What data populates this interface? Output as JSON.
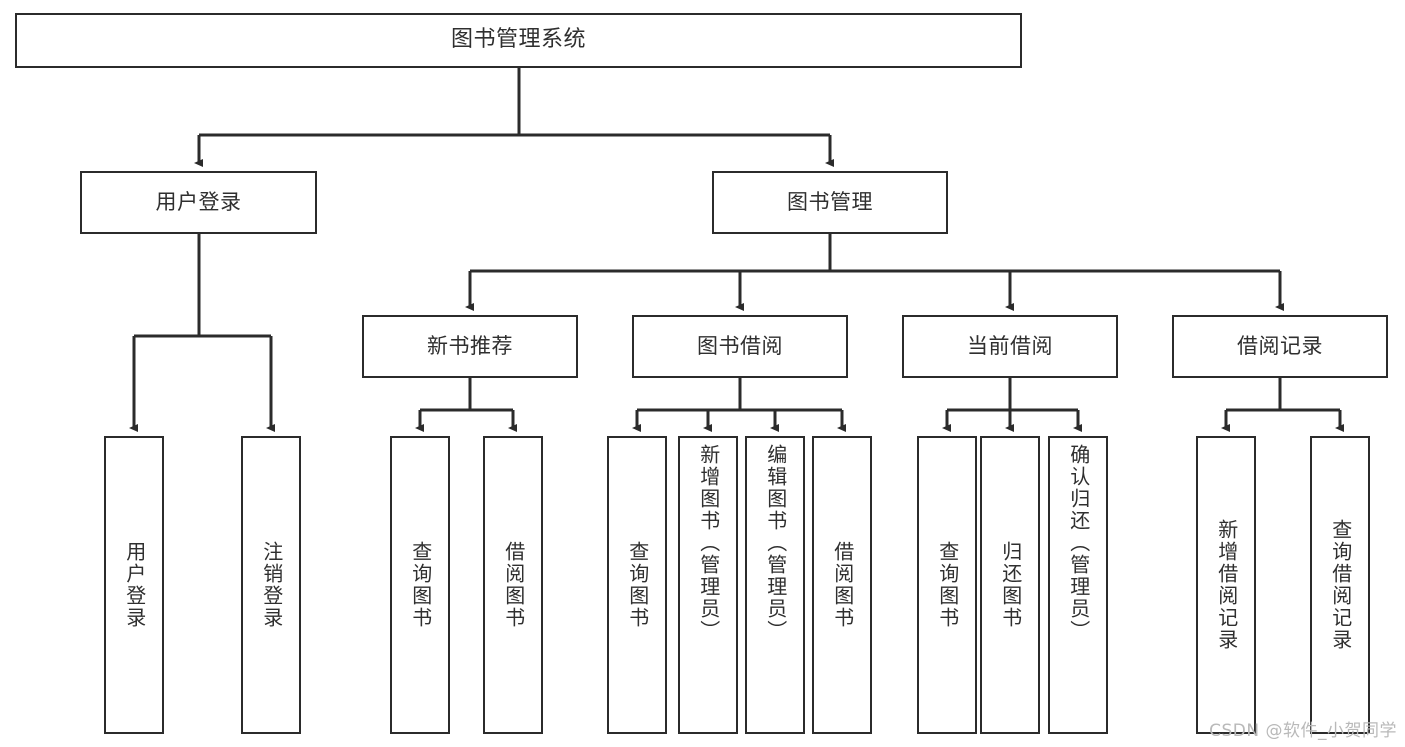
{
  "diagram": {
    "type": "tree",
    "title": "图书管理系统",
    "watermark": "CSDN @软件_小贺同学",
    "colors": {
      "box_border": "#2b2b2b",
      "box_fill": "#ffffff",
      "text": "#2f2f2f",
      "connector": "#2b2b2b",
      "watermark": "#b9b9b9",
      "background": "#ffffff"
    },
    "nodes": {
      "root": {
        "label": "图书管理系统"
      },
      "level1": [
        {
          "label": "用户登录"
        },
        {
          "label": "图书管理"
        }
      ],
      "level2": [
        {
          "label": "新书推荐"
        },
        {
          "label": "图书借阅"
        },
        {
          "label": "当前借阅"
        },
        {
          "label": "借阅记录"
        }
      ],
      "leaves": {
        "user_login": [
          {
            "label": "用户登录"
          },
          {
            "label": "注销登录"
          }
        ],
        "new_book_recommend": [
          {
            "label": "查询图书"
          },
          {
            "label": "借阅图书"
          }
        ],
        "book_borrow": [
          {
            "label": "查询图书"
          },
          {
            "label": "新增图书（管理员）"
          },
          {
            "label": "编辑图书（管理员）"
          },
          {
            "label": "借阅图书"
          }
        ],
        "current_borrow": [
          {
            "label": "查询图书"
          },
          {
            "label": "归还图书"
          },
          {
            "label": "确认归还（管理员）"
          }
        ],
        "borrow_record": [
          {
            "label": "新增借阅记录"
          },
          {
            "label": "查询借阅记录"
          }
        ]
      }
    }
  }
}
